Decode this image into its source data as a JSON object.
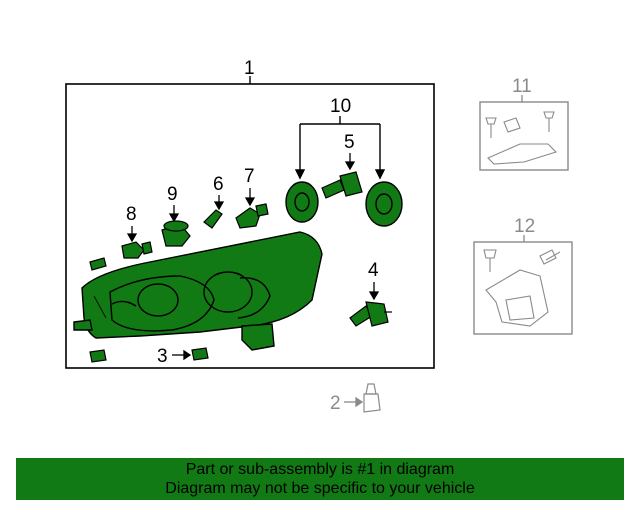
{
  "callouts": {
    "c1": "1",
    "c2": "2",
    "c3": "3",
    "c4": "4",
    "c5": "5",
    "c6": "6",
    "c7": "7",
    "c8": "8",
    "c9": "9",
    "c10": "10",
    "c11": "11",
    "c12": "12"
  },
  "colors": {
    "highlight": "#127a14",
    "outline": "#000000",
    "secondary": "#8a8a8a"
  },
  "footer": {
    "line1": "Part or sub-assembly is #1 in diagram",
    "line2": "Diagram may not be specific to your vehicle"
  }
}
